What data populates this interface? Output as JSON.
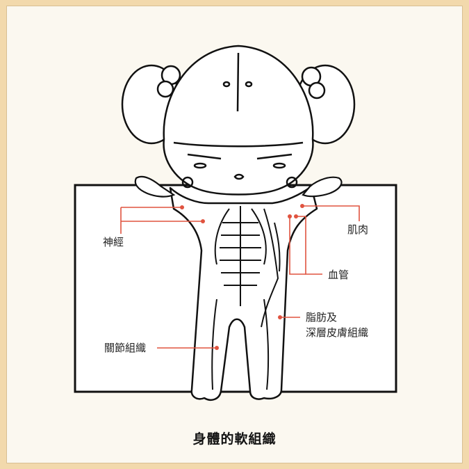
{
  "labels": {
    "nerve": "神經",
    "muscle": "肌肉",
    "blood_vessel": "血管",
    "fat_line1": "脂肪及",
    "fat_line2": "深層皮膚組織",
    "joint": "關節組織"
  },
  "caption": "身體的軟組織",
  "colors": {
    "leader_line": "#e0533f",
    "outline": "#111111",
    "background": "#f2d9ac",
    "panel": "#fbf8f0"
  }
}
